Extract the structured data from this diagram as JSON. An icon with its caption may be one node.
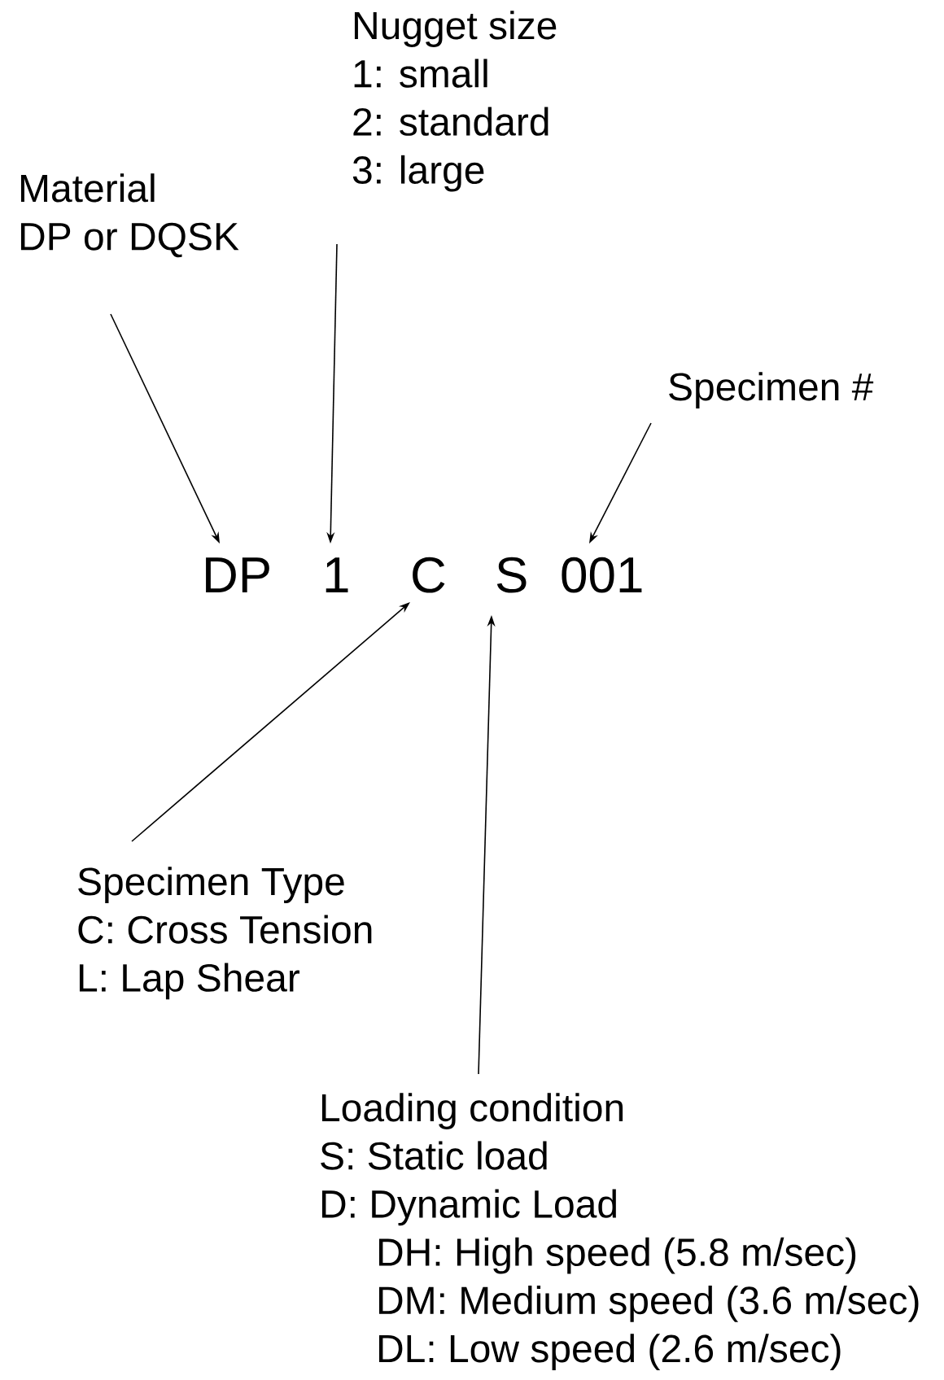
{
  "diagram": {
    "nodes": [
      {
        "text": [
          "Material",
          "DP or DQSK"
        ]
      },
      {
        "text": [
          "Nugget size",
          "1: small",
          "2: standard",
          "3: large"
        ]
      },
      {
        "text": [
          "Specimen #"
        ]
      },
      {
        "text": [
          "DP"
        ]
      },
      {
        "text": [
          "1"
        ]
      },
      {
        "text": [
          "C"
        ]
      },
      {
        "text": [
          "S"
        ]
      },
      {
        "text": [
          "001"
        ]
      },
      {
        "text": [
          "Specimen Type",
          "C: Cross Tension",
          "L: Lap Shear"
        ]
      },
      {
        "text": [
          "Loading condition",
          "S: Static load",
          "D: Dynamic Load",
          "DH: High speed (5.8 m/sec)",
          "DM: Medium speed (3.6 m/sec)",
          "DL: Low speed (2.6 m/sec)"
        ]
      }
    ],
    "edges": [
      {
        "from": 0,
        "to": 3,
        "arrow": "to"
      },
      {
        "from": 1,
        "to": 4,
        "arrow": "to"
      },
      {
        "from": 2,
        "to": 7,
        "arrow": "to"
      },
      {
        "from": 8,
        "to": 5,
        "arrow": "to"
      },
      {
        "from": 9,
        "to": 6,
        "arrow": "to"
      }
    ]
  }
}
